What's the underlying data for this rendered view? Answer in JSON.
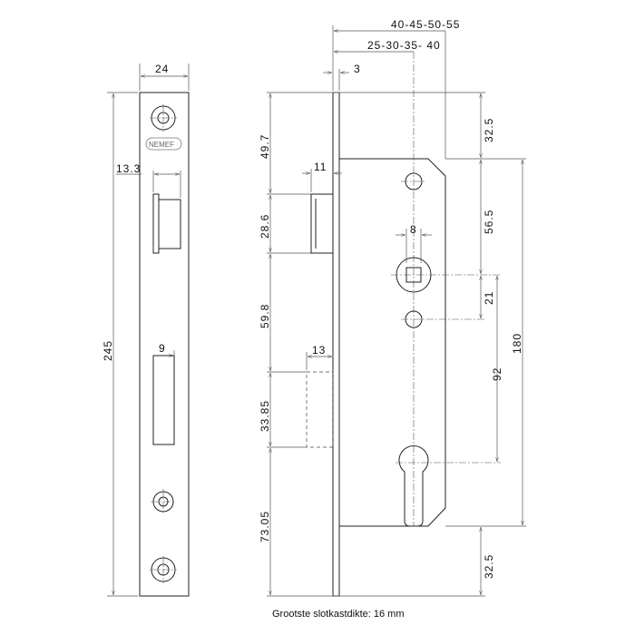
{
  "front_view": {
    "width_label": "24",
    "height_label": "245",
    "latch_offset_label": "13.3",
    "bolt_width_label": "9",
    "logo_text": "NEMEF"
  },
  "side_view": {
    "backset_label": "40-45-50-55",
    "backset_inner_label": "25-30-35- 40",
    "plate_thickness_label": "3",
    "latch_projection_label": "11",
    "bolt_projection_label": "13",
    "spindle_label": "8",
    "left_dims": [
      "49.7",
      "28.6",
      "59.8",
      "33.85",
      "73.05"
    ],
    "right_dims": {
      "top": "32.5",
      "to_spindle": "56.5",
      "spindle_to_hole": "21",
      "spindle_to_cylinder": "92",
      "case_height": "180",
      "bottom": "32.5"
    }
  },
  "caption": "Grootste slotkastdikte: 16 mm"
}
